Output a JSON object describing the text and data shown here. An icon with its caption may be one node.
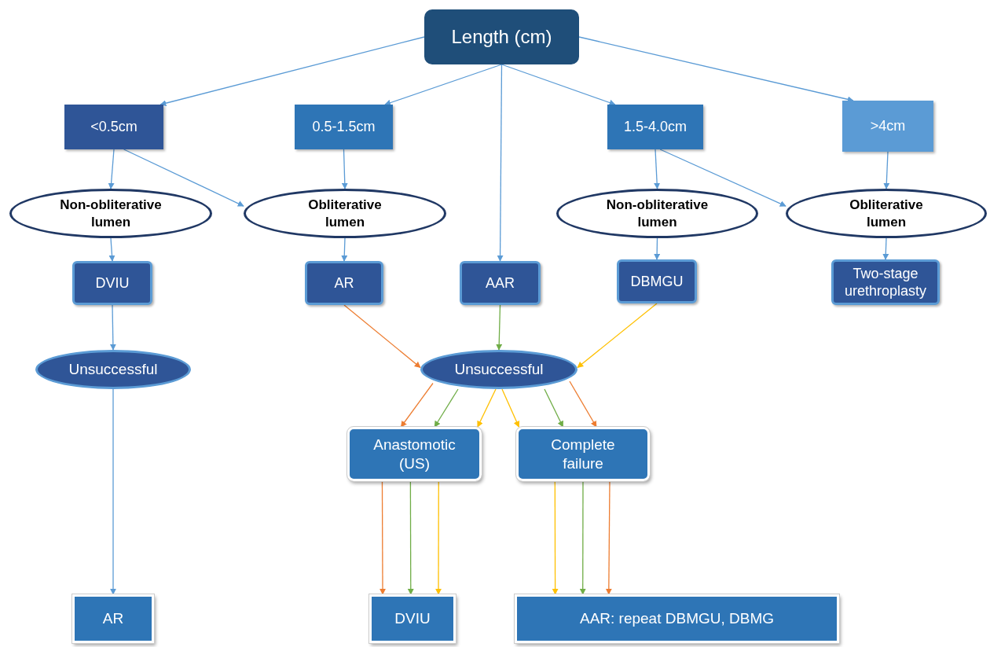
{
  "diagram": {
    "nodes": [
      {
        "text": [
          "Length (cm)"
        ]
      },
      {
        "text": [
          "<0.5cm"
        ]
      },
      {
        "text": [
          "0.5-1.5cm"
        ]
      },
      {
        "text": [
          "1.5-4.0cm"
        ]
      },
      {
        "text": [
          ">4cm"
        ]
      },
      {
        "text": [
          "Non-obliterative lumen"
        ]
      },
      {
        "text": [
          "Obliterative lumen"
        ]
      },
      {
        "text": [
          "Non-obliterative lumen"
        ]
      },
      {
        "text": [
          "Obliterative lumen"
        ]
      },
      {
        "text": [
          "DVIU"
        ]
      },
      {
        "text": [
          "AR"
        ]
      },
      {
        "text": [
          "AAR"
        ]
      },
      {
        "text": [
          "DBMGU"
        ]
      },
      {
        "text": [
          "Two-stage urethroplasty"
        ]
      },
      {
        "text": [
          "Unsuccessful"
        ]
      },
      {
        "text": [
          "Unsuccessful"
        ]
      },
      {
        "text": [
          "Anastomotic (US)"
        ]
      },
      {
        "text": [
          "Complete failure"
        ]
      },
      {
        "text": [
          "AR"
        ]
      },
      {
        "text": [
          "DVIU"
        ]
      },
      {
        "text": [
          "AAR: repeat DBMGU, DBMG"
        ]
      }
    ],
    "edges": [
      {
        "from": 0,
        "to": 1,
        "arrow": "to"
      },
      {
        "from": 0,
        "to": 2,
        "arrow": "to"
      },
      {
        "from": 0,
        "to": 11,
        "arrow": "to"
      },
      {
        "from": 0,
        "to": 3,
        "arrow": "to"
      },
      {
        "from": 0,
        "to": 4,
        "arrow": "to"
      },
      {
        "from": 1,
        "to": 5,
        "arrow": "to"
      },
      {
        "from": 1,
        "to": 6,
        "arrow": "to"
      },
      {
        "from": 2,
        "to": 6,
        "arrow": "to"
      },
      {
        "from": 3,
        "to": 7,
        "arrow": "to"
      },
      {
        "from": 3,
        "to": 8,
        "arrow": "to"
      },
      {
        "from": 4,
        "to": 8,
        "arrow": "to"
      },
      {
        "from": 5,
        "to": 9,
        "arrow": "to"
      },
      {
        "from": 6,
        "to": 10,
        "arrow": "to"
      },
      {
        "from": 7,
        "to": 12,
        "arrow": "to"
      },
      {
        "from": 8,
        "to": 13,
        "arrow": "to"
      },
      {
        "from": 9,
        "to": 14,
        "arrow": "to"
      },
      {
        "from": 14,
        "to": 18,
        "arrow": "to"
      },
      {
        "from": 10,
        "to": 15,
        "arrow": "to",
        "color": "#ed7d31"
      },
      {
        "from": 11,
        "to": 15,
        "arrow": "to",
        "color": "#70ad47"
      },
      {
        "from": 12,
        "to": 15,
        "arrow": "to",
        "color": "#ffc000"
      },
      {
        "from": 15,
        "to": 16,
        "arrow": "to",
        "color": "#ed7d31"
      },
      {
        "from": 15,
        "to": 16,
        "arrow": "to",
        "color": "#70ad47"
      },
      {
        "from": 15,
        "to": 16,
        "arrow": "to",
        "color": "#ffc000"
      },
      {
        "from": 15,
        "to": 17,
        "arrow": "to",
        "color": "#ffc000"
      },
      {
        "from": 15,
        "to": 17,
        "arrow": "to",
        "color": "#70ad47"
      },
      {
        "from": 15,
        "to": 17,
        "arrow": "to",
        "color": "#ed7d31"
      },
      {
        "from": 16,
        "to": 19,
        "arrow": "to",
        "color": "#ed7d31"
      },
      {
        "from": 16,
        "to": 19,
        "arrow": "to",
        "color": "#70ad47"
      },
      {
        "from": 16,
        "to": 19,
        "arrow": "to",
        "color": "#ffc000"
      },
      {
        "from": 17,
        "to": 20,
        "arrow": "to",
        "color": "#ffc000"
      },
      {
        "from": 17,
        "to": 20,
        "arrow": "to",
        "color": "#70ad47"
      },
      {
        "from": 17,
        "to": 20,
        "arrow": "to",
        "color": "#ed7d31"
      }
    ]
  }
}
